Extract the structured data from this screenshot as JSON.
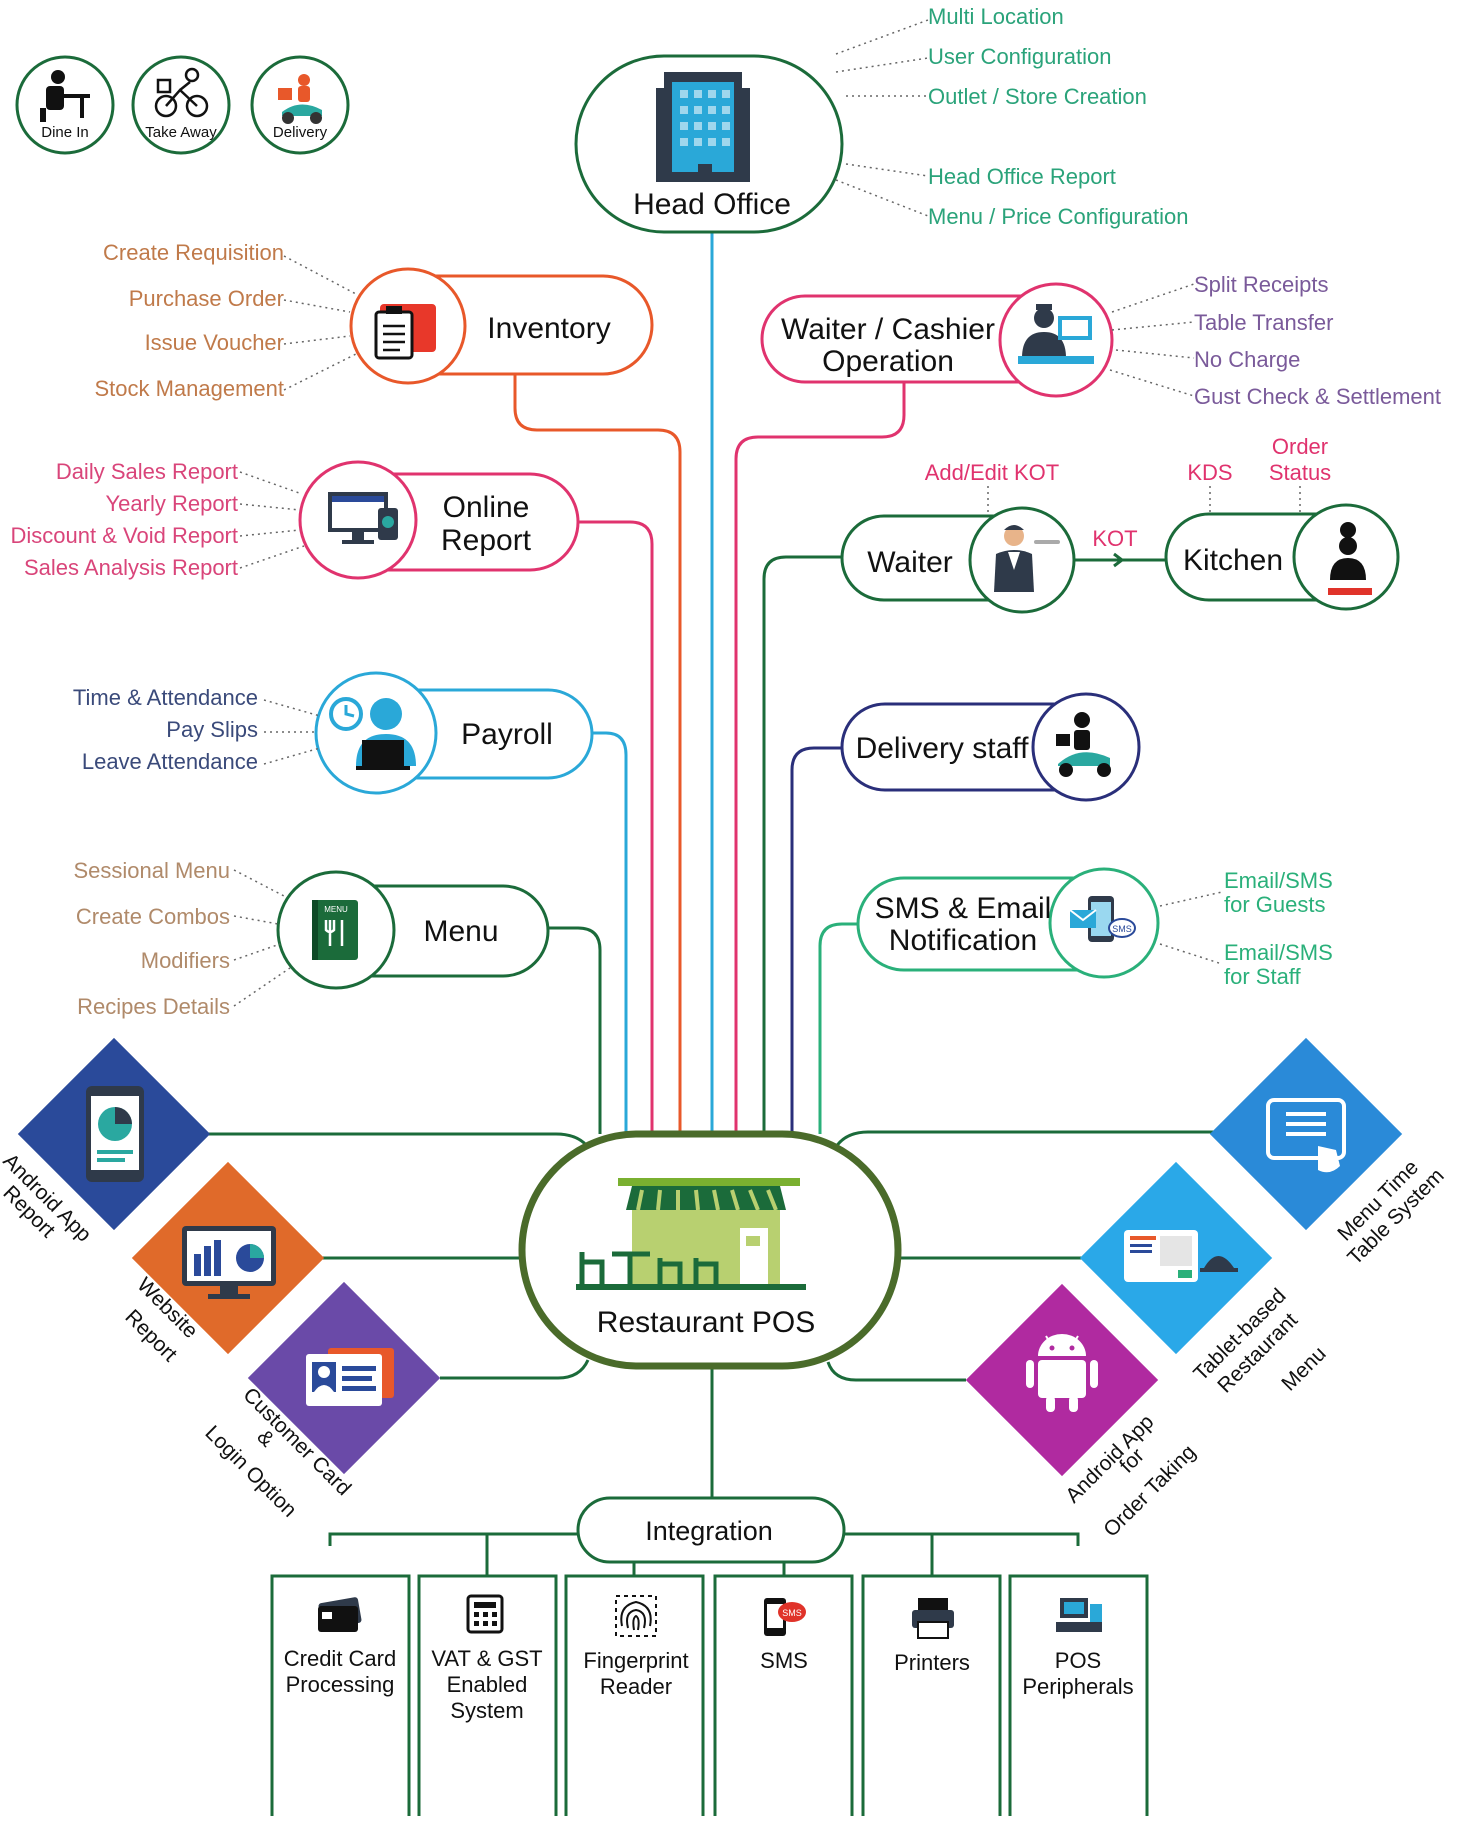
{
  "service_badges": [
    {
      "label": "Dine In",
      "icon": "dine-in-icon"
    },
    {
      "label": "Take Away",
      "icon": "take-away-icon"
    },
    {
      "label": "Delivery",
      "icon": "delivery-scooter-icon"
    }
  ],
  "head_office": {
    "title": "Head Office",
    "icon": "office-building-icon",
    "color": "#1b6b3a",
    "items": [
      "Multi Location",
      "User Configuration",
      "Outlet / Store Creation",
      "Head Office Report",
      "Menu / Price Configuration"
    ],
    "item_color": "#2aa37a"
  },
  "inventory": {
    "title": "Inventory",
    "icon": "clipboard-icon",
    "color": "#e8582a",
    "items": [
      "Create Requisition",
      "Purchase Order",
      "Issue Voucher",
      "Stock Management"
    ],
    "item_color": "#c07a4a"
  },
  "online_report": {
    "title_lines": [
      "Online",
      "Report"
    ],
    "icon": "report-monitor-icon",
    "color": "#e0336e",
    "items": [
      "Daily Sales Report",
      "Yearly Report",
      "Discount & Void Report",
      "Sales Analysis Report"
    ],
    "item_color": "#d9457a"
  },
  "payroll": {
    "title": "Payroll",
    "icon": "employee-clock-icon",
    "color": "#2aa8d8",
    "items": [
      "Time & Attendance",
      "Pay Slips",
      "Leave Attendance"
    ],
    "item_color": "#3a4a7a"
  },
  "menu": {
    "title": "Menu",
    "icon": "menu-book-icon",
    "color": "#1b6b3a",
    "items": [
      "Sessional Menu",
      "Create Combos",
      "Modifiers",
      "Recipes Details"
    ],
    "item_color": "#b08a6a"
  },
  "waiter_cashier": {
    "title_lines": [
      "Waiter / Cashier",
      "Operation"
    ],
    "icon": "cashier-icon",
    "color": "#e0336e",
    "items": [
      "Split Receipts",
      "Table Transfer",
      "No Charge",
      "Gust Check & Settlement"
    ],
    "item_color": "#7a5a9a"
  },
  "waiter_kitchen": {
    "waiter_title": "Waiter",
    "waiter_icon": "waiter-icon",
    "kitchen_title": "Kitchen",
    "kitchen_icon": "chef-icon",
    "color": "#1b6b3a",
    "add_edit_kot": "Add/Edit KOT",
    "kot": "KOT",
    "kds": "KDS",
    "order_status_lines": [
      "Order",
      "Status"
    ],
    "label_color": "#e0336e"
  },
  "delivery_staff": {
    "title": "Delivery staff",
    "icon": "delivery-rider-icon",
    "color": "#2a2f7a"
  },
  "sms_email": {
    "title_lines": [
      "SMS & Email",
      "Notification"
    ],
    "icon": "sms-phone-icon",
    "color": "#2ab07a",
    "items": [
      [
        "Email/SMS",
        "for Guests"
      ],
      [
        "Email/SMS",
        "for Staff"
      ]
    ],
    "item_color": "#2ab07a"
  },
  "center": {
    "title": "Restaurant POS",
    "icon": "restaurant-storefront-icon",
    "color": "#4a6b2a"
  },
  "left_diamonds": [
    {
      "lines": [
        "Android App",
        "Report"
      ],
      "icon": "mobile-chart-icon",
      "color": "#2a4a9a"
    },
    {
      "lines": [
        "Website",
        "Report"
      ],
      "icon": "desktop-chart-icon",
      "color": "#e06a2a"
    },
    {
      "lines": [
        "Customer Card",
        "&",
        "Login Option"
      ],
      "icon": "id-card-icon",
      "color": "#6a4aa8"
    }
  ],
  "right_diamonds": [
    {
      "lines": [
        "Menu Time",
        "Table System"
      ],
      "icon": "touch-screen-icon",
      "color": "#2a8ad8"
    },
    {
      "lines": [
        "Tablet-based",
        "Restaurant",
        "Menu"
      ],
      "icon": "tablet-menu-icon",
      "color": "#2aa8e8"
    },
    {
      "lines": [
        "Android App",
        "for",
        "Order Taking"
      ],
      "icon": "android-icon",
      "color": "#b02aa0"
    }
  ],
  "integration": {
    "title": "Integration",
    "color": "#1b6b3a",
    "items": [
      {
        "lines": [
          "Credit Card",
          "Processing"
        ],
        "icon": "credit-card-icon"
      },
      {
        "lines": [
          "VAT & GST",
          "Enabled",
          "System"
        ],
        "icon": "calculator-icon"
      },
      {
        "lines": [
          "Fingerprint",
          "Reader"
        ],
        "icon": "fingerprint-icon"
      },
      {
        "lines": [
          "SMS"
        ],
        "icon": "sms-mobile-icon"
      },
      {
        "lines": [
          "Printers"
        ],
        "icon": "printer-icon"
      },
      {
        "lines": [
          "POS",
          "Peripherals"
        ],
        "icon": "pos-terminal-icon"
      }
    ]
  }
}
